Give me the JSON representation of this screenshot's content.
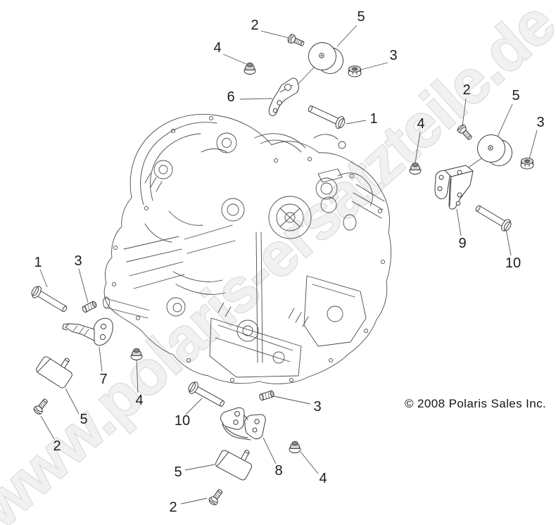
{
  "watermark": {
    "text": "www.polaris-ersatzteile.de",
    "fill": "#f1f1f1",
    "outline": "#d8d8d8"
  },
  "copyright": {
    "text": "© 2008 Polaris Sales Inc."
  },
  "diagram": {
    "line_color": "#4b4b4b",
    "part_line_color": "#3c3c3c",
    "leader_color": "#555555"
  },
  "callouts": [
    {
      "label": "2"
    },
    {
      "label": "5"
    },
    {
      "label": "4"
    },
    {
      "label": "3"
    },
    {
      "label": "6"
    },
    {
      "label": "1"
    },
    {
      "label": "2"
    },
    {
      "label": "5"
    },
    {
      "label": "4"
    },
    {
      "label": "3"
    },
    {
      "label": "9"
    },
    {
      "label": "10"
    },
    {
      "label": "1"
    },
    {
      "label": "3"
    },
    {
      "label": "7"
    },
    {
      "label": "5"
    },
    {
      "label": "4"
    },
    {
      "label": "2"
    },
    {
      "label": "10"
    },
    {
      "label": "3"
    },
    {
      "label": "8"
    },
    {
      "label": "5"
    },
    {
      "label": "4"
    },
    {
      "label": "2"
    }
  ]
}
